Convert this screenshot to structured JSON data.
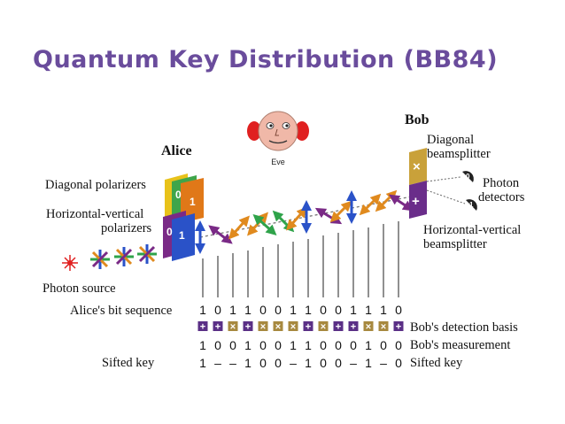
{
  "title": "Quantum Key Distribution (BB84)",
  "alice": {
    "name": "Alice",
    "diagonal_polarizers": "Diagonal polarizers",
    "hv_polarizers_1": "Horizontal-vertical",
    "hv_polarizers_2": "polarizers",
    "photon_source": "Photon source"
  },
  "eve": {
    "name": "Eve"
  },
  "bob": {
    "name": "Bob",
    "diagonal_beamsplitter_1": "Diagonal",
    "diagonal_beamsplitter_2": "beamsplitter",
    "photon_detectors_1": "Photon",
    "photon_detectors_2": "detectors",
    "hv_beamsplitter_1": "Horizontal-vertical",
    "hv_beamsplitter_2": "beamsplitter",
    "detector_0": "0",
    "detector_1": "1"
  },
  "polarizer_symbols": {
    "diag_0": "0",
    "diag_1": "1",
    "hv_0": "0",
    "hv_1": "1"
  },
  "rows": {
    "alice_bits_label": "Alice's bit sequence",
    "alice_bits": [
      "1",
      "0",
      "1",
      "1",
      "0",
      "0",
      "1",
      "1",
      "0",
      "0",
      "1",
      "1",
      "1",
      "0"
    ],
    "bob_basis_label": "Bob's detection basis",
    "bob_basis": [
      "+",
      "+",
      "x",
      "+",
      "x",
      "x",
      "x",
      "+",
      "x",
      "+",
      "+",
      "x",
      "x",
      "+"
    ],
    "bob_measurement_label": "Bob's measurement",
    "bob_measurement": [
      "1",
      "0",
      "0",
      "1",
      "0",
      "0",
      "1",
      "1",
      "0",
      "0",
      "0",
      "1",
      "0",
      "0"
    ],
    "sifted_key_label": "Sifted key",
    "sifted_key": [
      "1",
      "–",
      "–",
      "1",
      "0",
      "0",
      "–",
      "1",
      "0",
      "0",
      "–",
      "1",
      "–",
      "0"
    ]
  },
  "colors": {
    "title": "#6a4c9c",
    "plus_basis": "#5a2f86",
    "cross_basis": "#a7893f",
    "photon_blue": "#2a52c8",
    "photon_green": "#2fa34a",
    "photon_orange": "#e08a1e",
    "photon_purple": "#7a2a86",
    "eve_face": "#f0b8a8",
    "eve_ears": "#e02020"
  },
  "photons": [
    "blue-vertical",
    "purple-diagonal-left",
    "orange-diagonal-right",
    "orange-diagonal-right",
    "green-diagonal-left",
    "green-diagonal-left",
    "orange-diagonal-right",
    "blue-vertical",
    "purple-diagonal-left",
    "orange-diagonal-right",
    "blue-vertical",
    "orange-diagonal-right",
    "orange-diagonal-right",
    "purple-diagonal-left"
  ]
}
